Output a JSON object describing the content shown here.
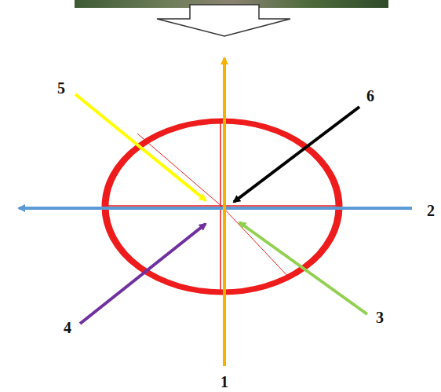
{
  "diagram": {
    "labels": [
      "5",
      "6",
      "2",
      "3",
      "4",
      "1"
    ]
  }
}
